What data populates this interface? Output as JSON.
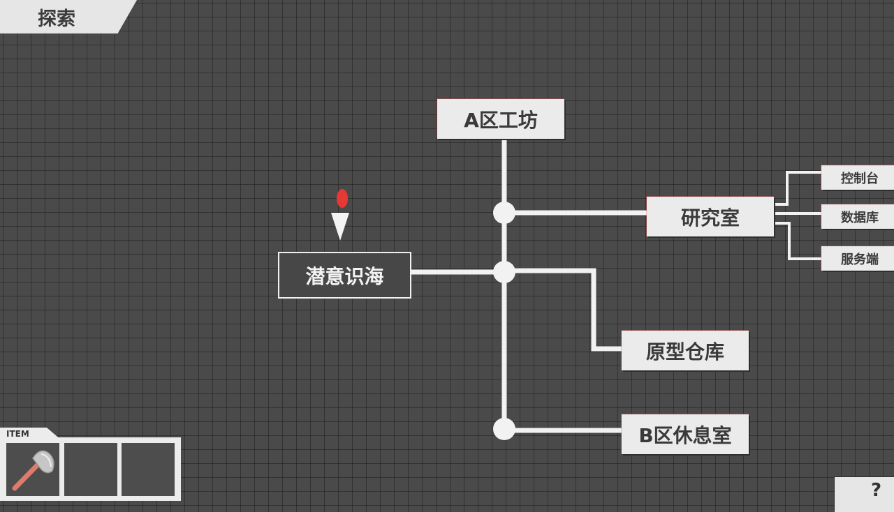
{
  "header": {
    "title": "探索"
  },
  "map": {
    "current_node": "潜意识海",
    "nodes": {
      "workshop_a": "A区工坊",
      "lab": "研究室",
      "control": "控制台",
      "database": "数据库",
      "server": "服务端",
      "warehouse": "原型仓库",
      "lounge_b": "B区休息室"
    },
    "marker_color": "#e53935"
  },
  "inventory": {
    "label": "ITEM",
    "slots": [
      {
        "icon": "axe-icon"
      },
      {
        "icon": ""
      },
      {
        "icon": ""
      }
    ]
  },
  "help": {
    "label": "?"
  }
}
